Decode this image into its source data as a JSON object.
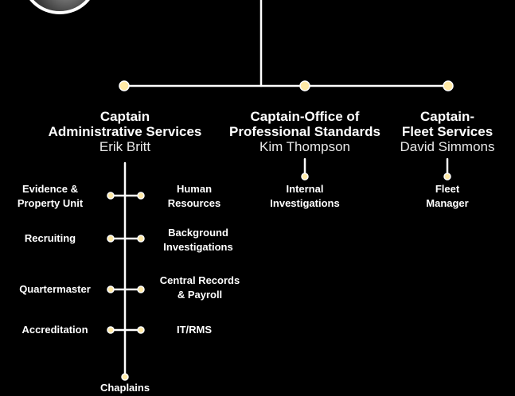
{
  "captains": [
    {
      "title_line1": "Captain",
      "title_line2": "Administrative Services",
      "name": "Erik Britt"
    },
    {
      "title_line1": "Captain-Office of",
      "title_line2": "Professional Standards",
      "name": "Kim Thompson"
    },
    {
      "title_line1": "Captain-",
      "title_line2": "Fleet Services",
      "name": "David Simmons"
    }
  ],
  "admin_units_left": [
    {
      "line1": "Evidence &",
      "line2": "Property Unit"
    },
    {
      "line1": "Recruiting",
      "line2": ""
    },
    {
      "line1": "Quartermaster",
      "line2": ""
    },
    {
      "line1": "Accreditation",
      "line2": ""
    }
  ],
  "admin_units_right": [
    {
      "line1": "Human",
      "line2": "Resources"
    },
    {
      "line1": "Background",
      "line2": "Investigations"
    },
    {
      "line1": "Central Records",
      "line2": "& Payroll"
    },
    {
      "line1": "IT/RMS",
      "line2": ""
    }
  ],
  "admin_unit_bottom": "Chaplains",
  "standards_unit": {
    "line1": "Internal",
    "line2": "Investigations"
  },
  "fleet_unit": {
    "line1": "Fleet",
    "line2": "Manager"
  },
  "colors": {
    "line": "#ffffff",
    "node_fill": "#ffe9a6",
    "node_stroke": "#ffffff",
    "background": "#000000"
  }
}
